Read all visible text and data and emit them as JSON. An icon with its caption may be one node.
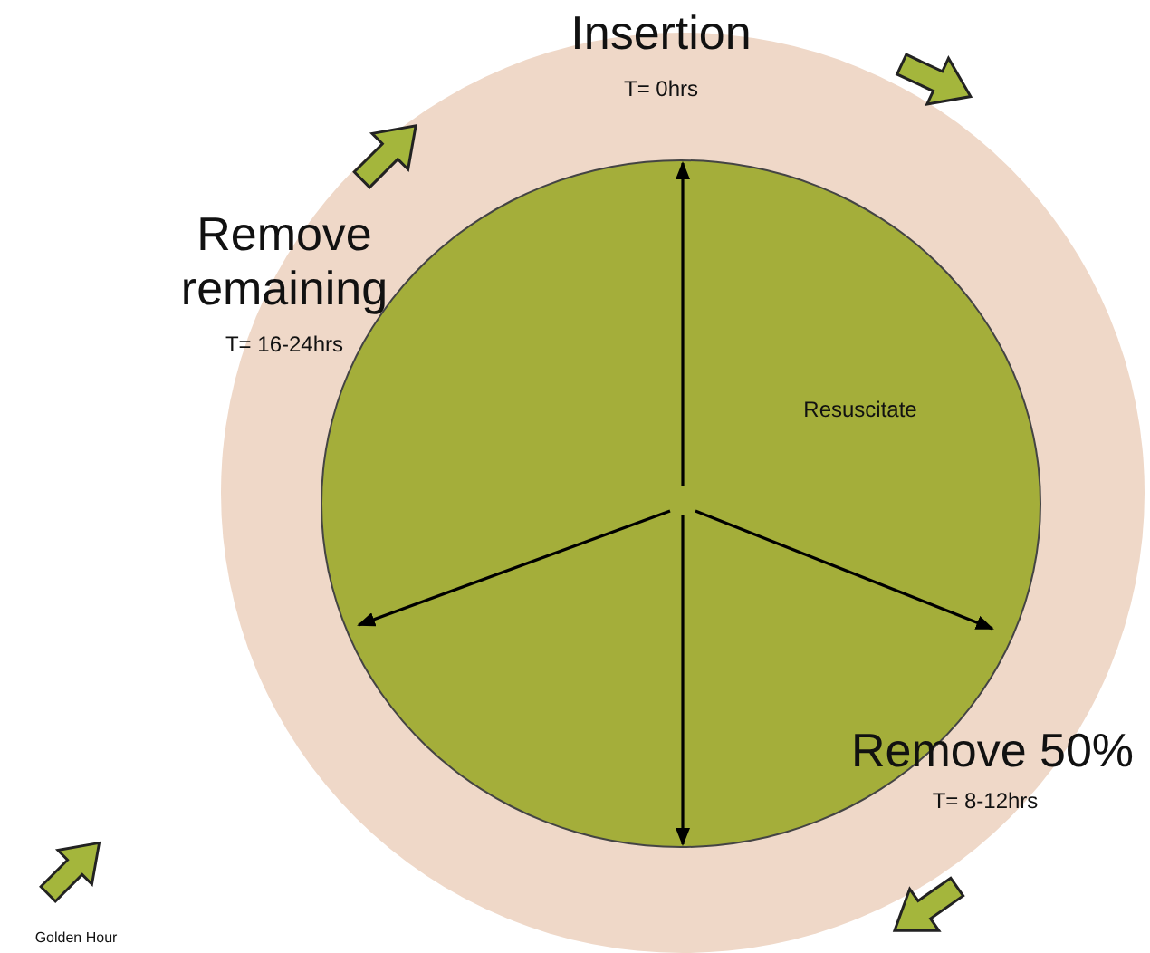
{
  "diagram": {
    "nodes": [
      {
        "text": [],
        "shape": "circle"
      },
      {
        "text": [
          "Resuscitate"
        ],
        "in": 0
      }
    ],
    "labels": [
      "Insertion",
      "T= 0hrs",
      "Remove remaining",
      "T= 16-24hrs",
      "Remove 50%",
      "T= 8-12hrs",
      "Golden Hour"
    ]
  }
}
